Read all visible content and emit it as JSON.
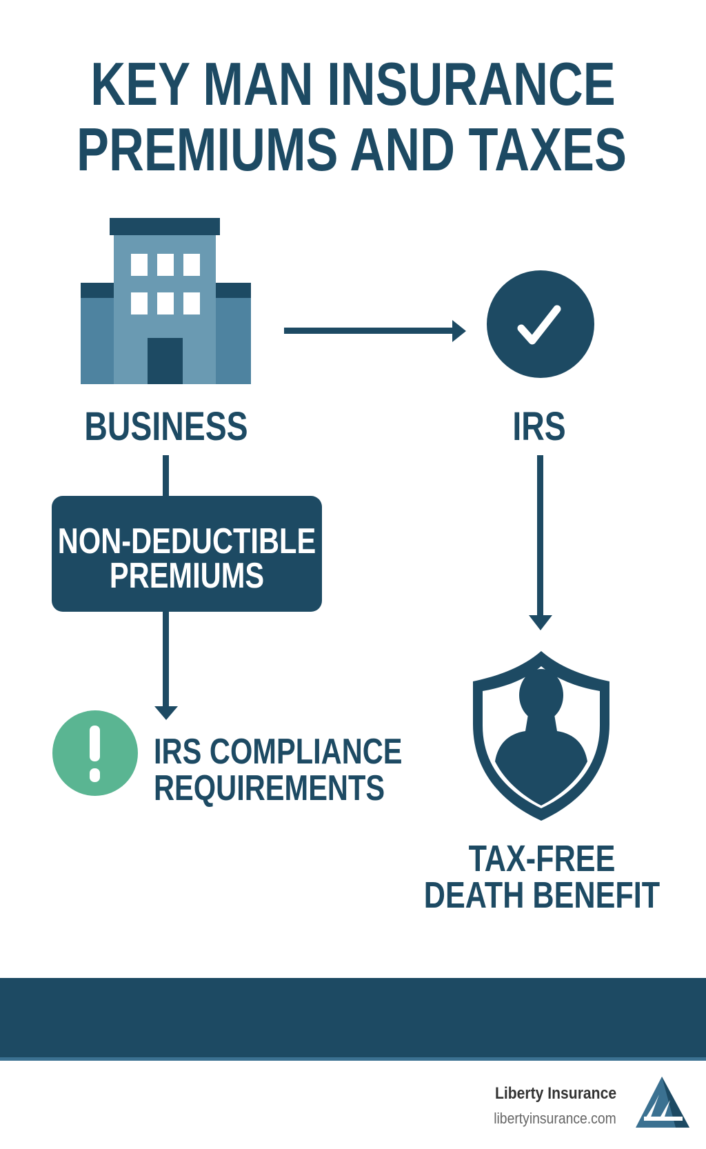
{
  "title": {
    "line1": "KEY MAN INSURANCE",
    "line2": "PREMIUMS AND TAXES"
  },
  "nodes": {
    "business": {
      "label": "BUSINESS",
      "icon": "building-icon"
    },
    "irs": {
      "label": "IRS",
      "icon": "check-circle-icon"
    },
    "premiums": {
      "line1": "NON-DEDUCTIBLE",
      "line2": "PREMIUMS"
    },
    "compliance": {
      "line1": "IRS COMPLIANCE",
      "line2": "REQUIREMENTS",
      "icon": "exclamation-circle-icon"
    },
    "benefit": {
      "line1": "TAX-FREE",
      "line2": "DEATH BENEFIT",
      "icon": "shield-person-icon"
    }
  },
  "footer": {
    "brand": "Liberty Insurance",
    "url": "libertyinsurance.com"
  },
  "colors": {
    "primary": "#1d4a63",
    "building_mid": "#6a9ab2",
    "building_side": "#4e83a0",
    "accent_green": "#5ab592"
  }
}
